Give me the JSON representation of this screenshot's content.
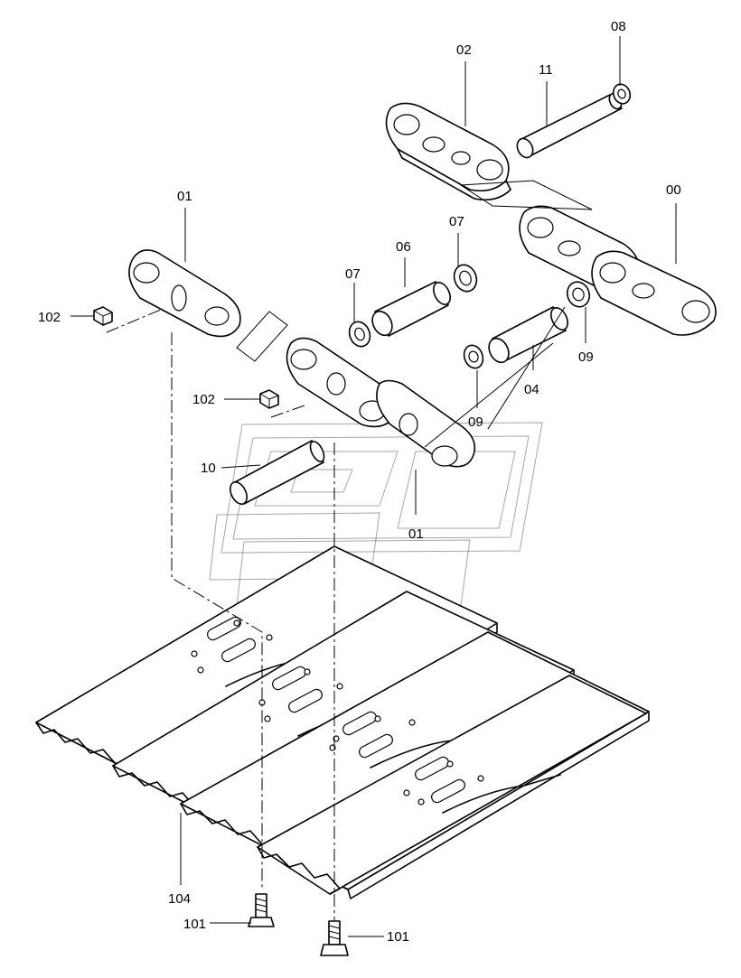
{
  "callouts": {
    "c00": "00",
    "c01_top": "01",
    "c01_bottom": "01",
    "c02": "02",
    "c04": "04",
    "c06": "06",
    "c07_left": "07",
    "c07_right": "07",
    "c08": "08",
    "c09_right": "09",
    "c09_mid": "09",
    "c10": "10",
    "c11": "11",
    "c101_left": "101",
    "c101_right": "101",
    "c102_top": "102",
    "c102_mid": "102",
    "c104": "104"
  },
  "colors": {
    "line": "#000000",
    "background": "#ffffff"
  }
}
